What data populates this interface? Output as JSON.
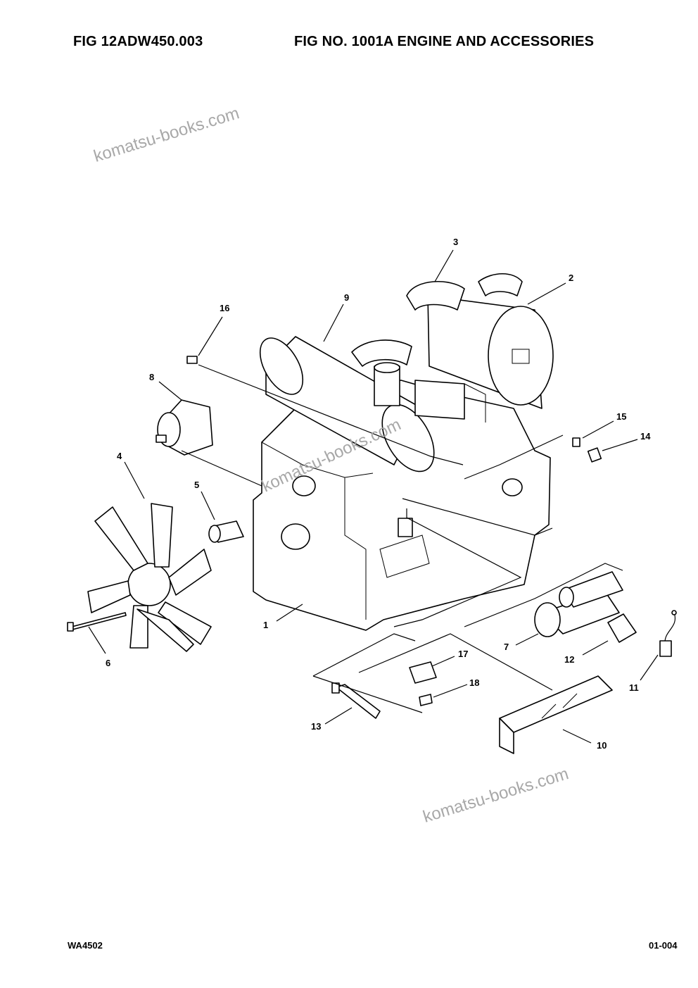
{
  "header": {
    "fig_code": "FIG   12ADW450.003",
    "fig_title": "FIG NO. 1001A ENGINE AND ACCESSORIES"
  },
  "footer": {
    "doc_code": "WA4502",
    "page_number": "01-004"
  },
  "watermark": {
    "text": "komatsu-books.com"
  },
  "callouts": [
    "1",
    "2",
    "3",
    "4",
    "5",
    "6",
    "7",
    "8",
    "9",
    "10",
    "11",
    "12",
    "13",
    "14",
    "15",
    "16",
    "17",
    "18"
  ]
}
